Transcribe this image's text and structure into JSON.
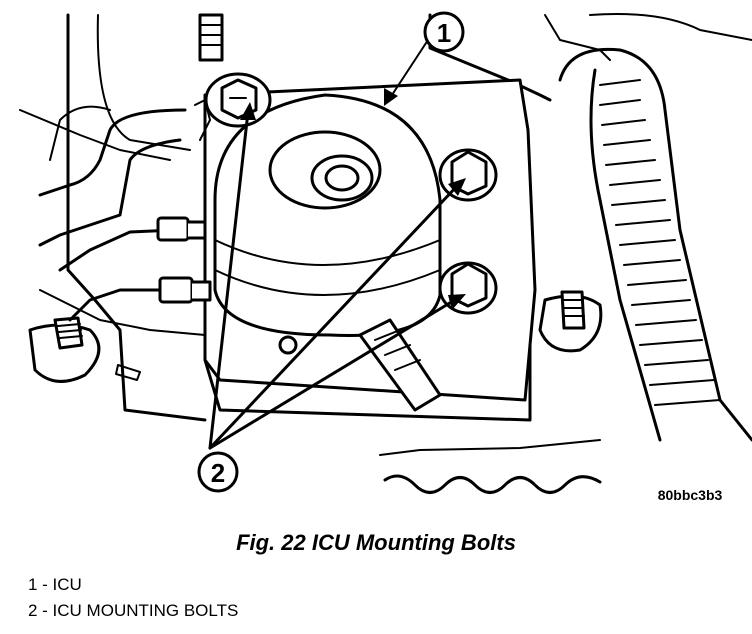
{
  "figure": {
    "callouts": [
      {
        "number": "1"
      },
      {
        "number": "2"
      }
    ],
    "image_code": "80bbc3b3"
  },
  "caption": "Fig. 22 ICU Mounting Bolts",
  "legend": [
    {
      "text": "1 - ICU"
    },
    {
      "text": "2 - ICU MOUNTING BOLTS"
    }
  ]
}
